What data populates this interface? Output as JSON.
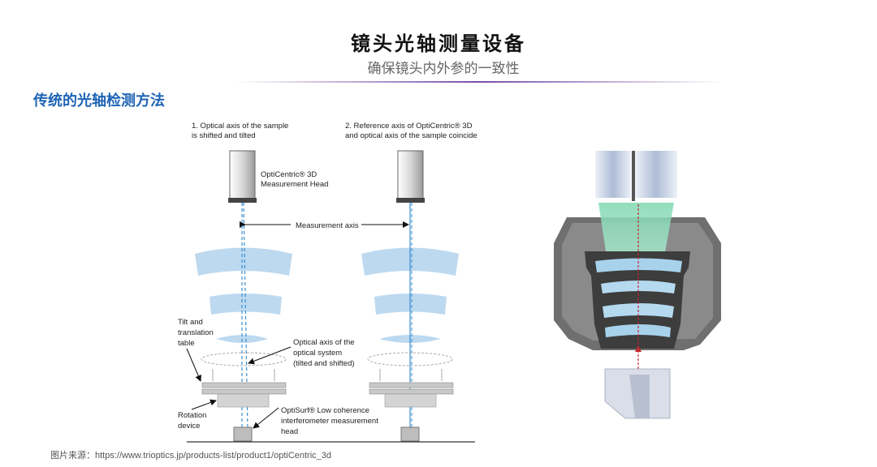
{
  "header": {
    "title": "镜头光轴测量设备",
    "subtitle": "确保镜头内外参的一致性"
  },
  "section_title": "传统的光轴检测方法",
  "diagram": {
    "label1": [
      "1. Optical axis of the sample",
      "is shifted and tilted"
    ],
    "label2": [
      "2. Reference axis of OptiCentric® 3D",
      "and optical axis of the sample coincide"
    ],
    "head_label": [
      "OptiCentric® 3D",
      "Measurement Head"
    ],
    "measurement_axis": "Measurement axis",
    "tilt_label": [
      "Tilt and",
      "translation",
      "table"
    ],
    "optical_axis_label": [
      "Optical axis of the",
      "optical system",
      "(tilted and shifted)"
    ],
    "rotation_label": [
      "Rotation",
      "device"
    ],
    "optisurf_label": [
      "OptiSurf® Low coherence",
      "interferometer measurement",
      "head"
    ]
  },
  "source": "图片来源：https://www.trioptics.jp/products-list/product1/optiCentric_3d",
  "colors": {
    "lens": "#bcd9f0",
    "axis_blue": "#3a8fd0",
    "title_accent": "#1e63b5",
    "rule": "#7a4ea8"
  }
}
